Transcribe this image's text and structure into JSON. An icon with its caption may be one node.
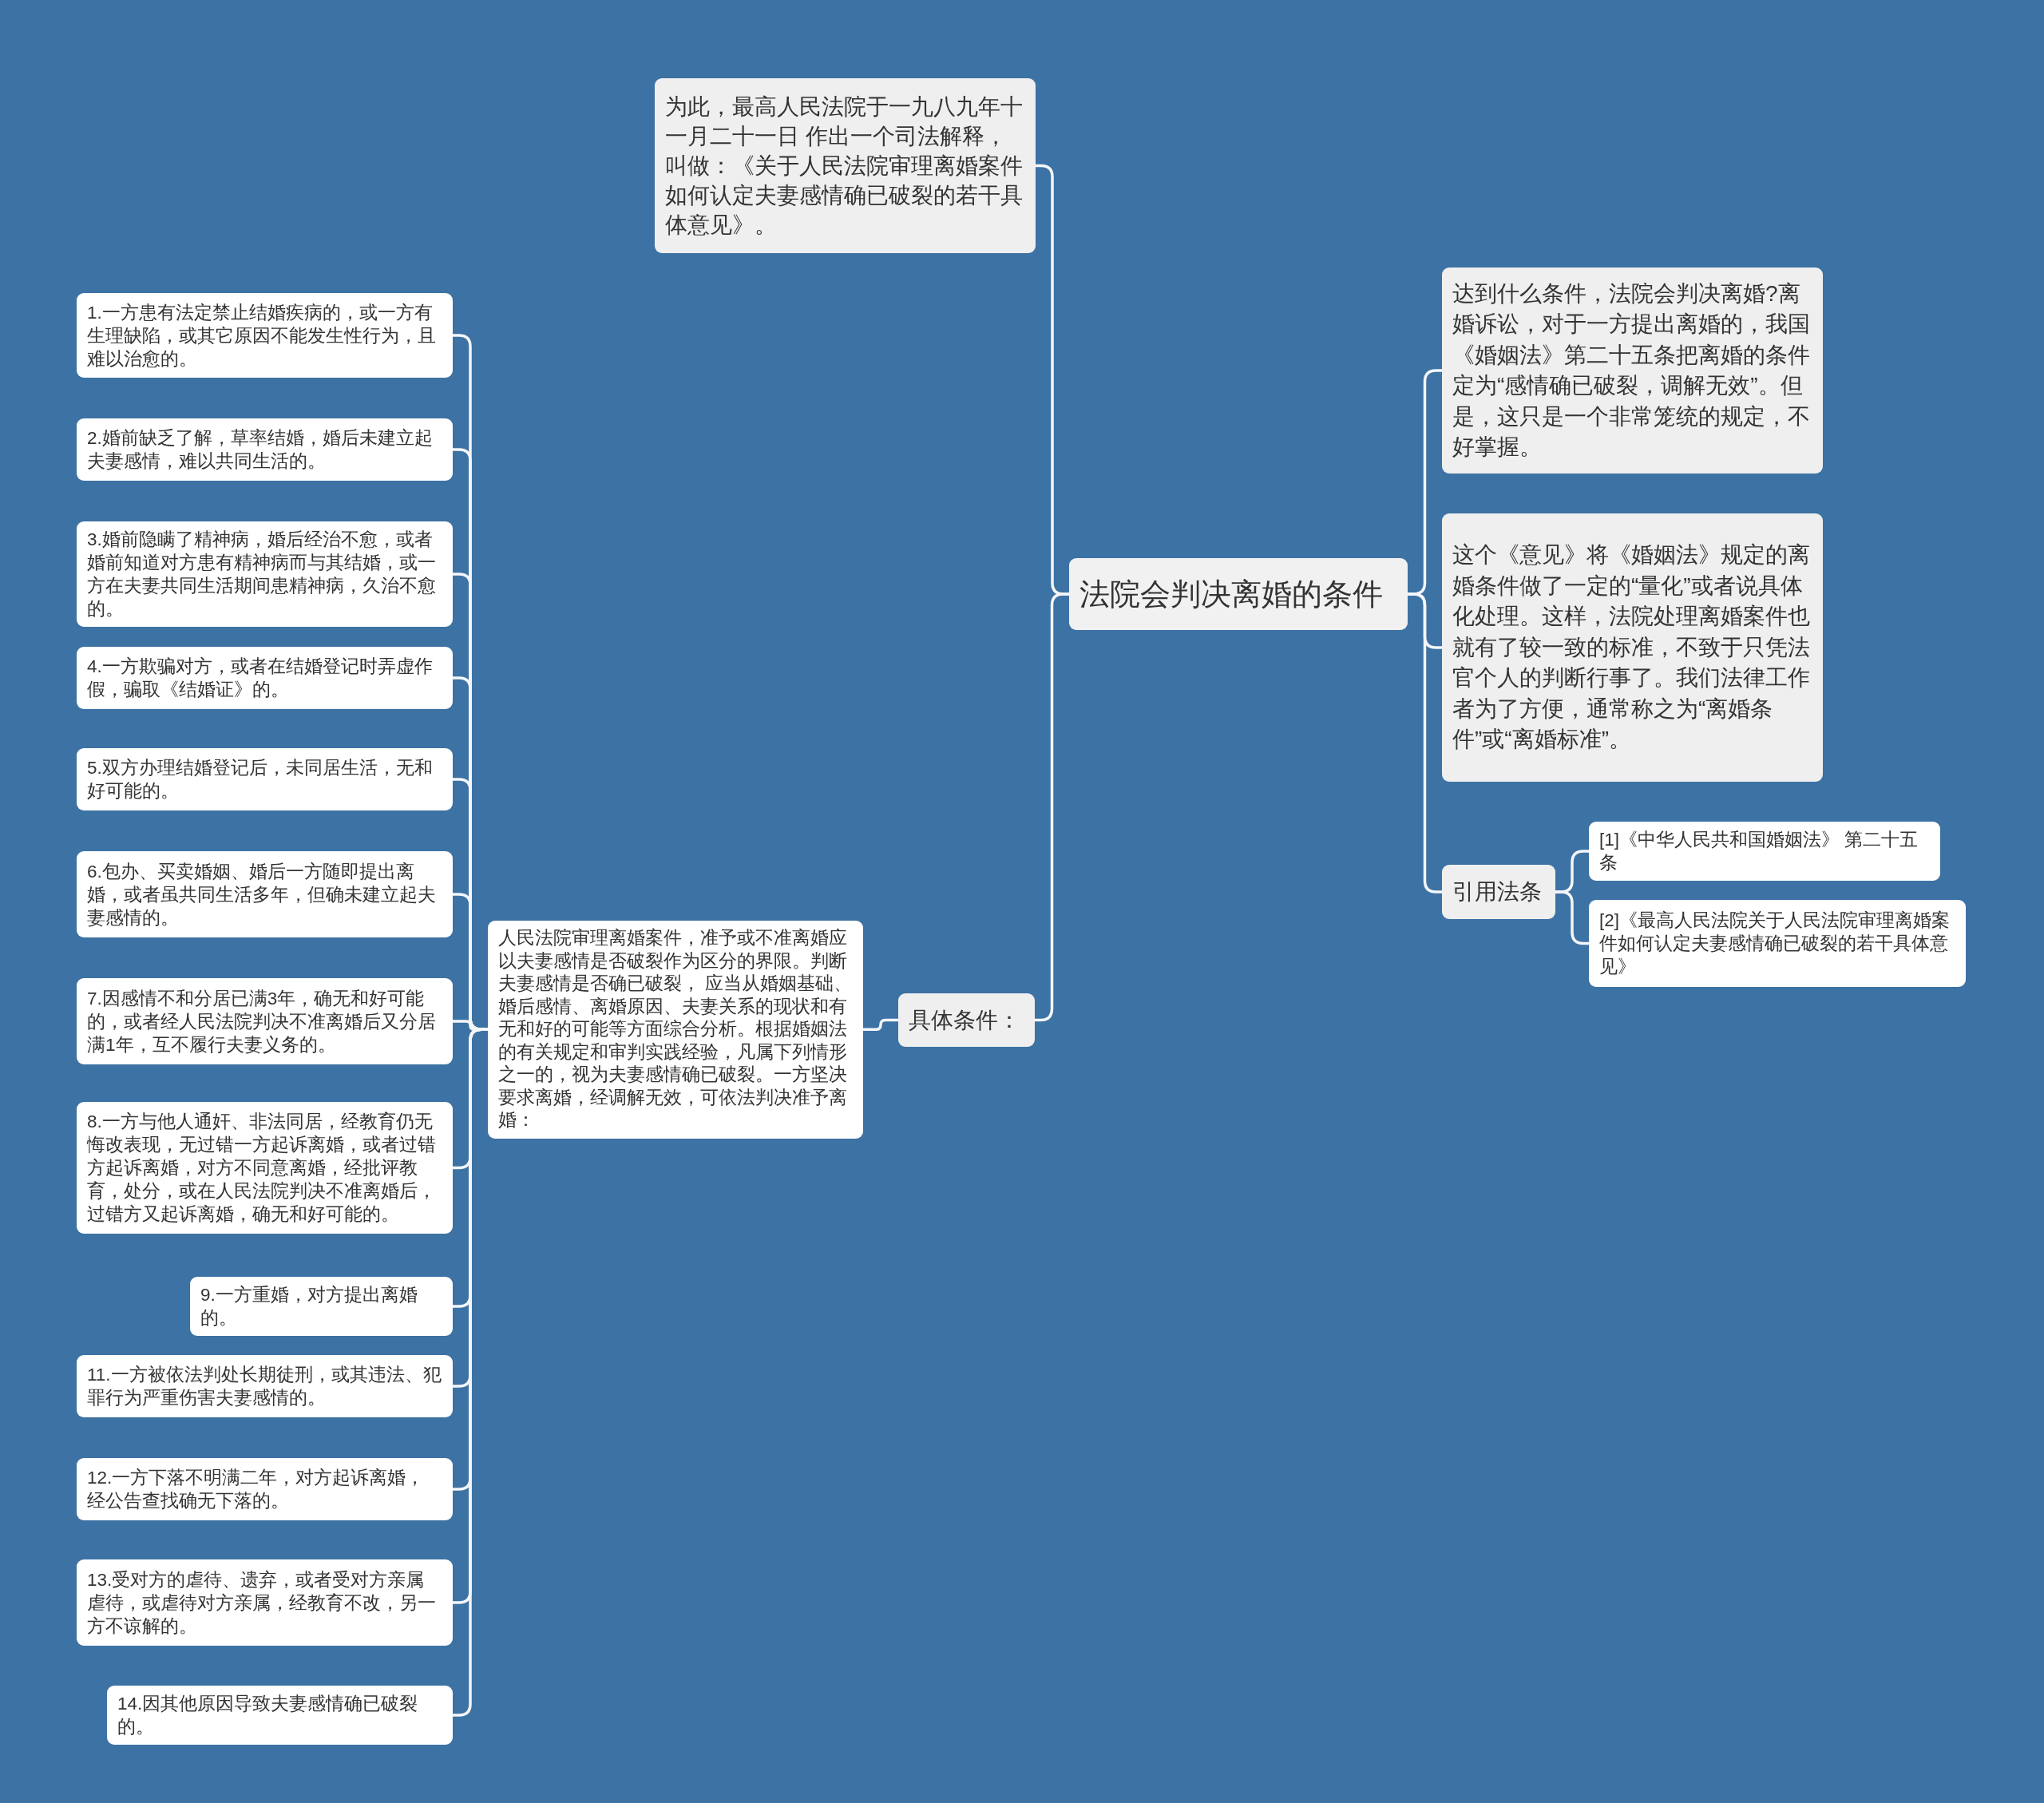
{
  "diagram": {
    "nodes": [
      {
        "text": [
          "法院会判决离婚的条件"
        ]
      },
      {
        "text": [
          "为此，最高人民法院于一九八九年十一月二十一日 作出一个司法解释，叫做：《关于人民法院审理离婚案件如何认定夫妻感情确已破裂的若干具体意见》。"
        ]
      },
      {
        "text": [
          "具体条件："
        ]
      },
      {
        "text": [
          "人民法院审理离婚案件，准予或不准离婚应以夫妻感情是否破裂作为区分的界限。判断夫妻感情是否确已破裂， 应当从婚姻基础、婚后感情、离婚原因、夫妻关系的现状和有无和好的可能等方面综合分析。根据婚姻法的有关规定和审判实践经验，凡属下列情形之一的，视为夫妻感情确已破裂。一方坚决要求离婚，经调解无效，可依法判决准予离婚："
        ]
      },
      {
        "text": [
          "1.一方患有法定禁止结婚疾病的，或一方有生理缺陷，或其它原因不能发生性行为，且难以治愈的。"
        ]
      },
      {
        "text": [
          "2.婚前缺乏了解，草率结婚，婚后未建立起夫妻感情，难以共同生活的。"
        ]
      },
      {
        "text": [
          "3.婚前隐瞒了精神病，婚后经治不愈，或者婚前知道对方患有精神病而与其结婚，或一方在夫妻共同生活期间患精神病，久治不愈的。"
        ]
      },
      {
        "text": [
          "4.一方欺骗对方，或者在结婚登记时弄虚作假，骗取《结婚证》的。"
        ]
      },
      {
        "text": [
          "5.双方办理结婚登记后，未同居生活，无和好可能的。"
        ]
      },
      {
        "text": [
          "6.包办、买卖婚姻、婚后一方随即提出离婚，或者虽共同生活多年，但确未建立起夫妻感情的。"
        ]
      },
      {
        "text": [
          "7.因感情不和分居已满3年，确无和好可能的，或者经人民法院判决不准离婚后又分居满1年，互不履行夫妻义务的。"
        ]
      },
      {
        "text": [
          "8.一方与他人通奸、非法同居，经教育仍无悔改表现，无过错一方起诉离婚，或者过错方起诉离婚，对方不同意离婚，经批评教育，处分，或在人民法院判决不准离婚后，过错方又起诉离婚，确无和好可能的。"
        ]
      },
      {
        "text": [
          "9.一方重婚，对方提出离婚的。"
        ]
      },
      {
        "text": [
          "11.一方被依法判处长期徒刑，或其违法、犯罪行为严重伤害夫妻感情的。"
        ]
      },
      {
        "text": [
          "12.一方下落不明满二年，对方起诉离婚，经公告查找确无下落的。"
        ]
      },
      {
        "text": [
          "13.受对方的虐待、遗弃，或者受对方亲属虐待，或虐待对方亲属，经教育不改，另一方不谅解的。"
        ]
      },
      {
        "text": [
          "14.因其他原因导致夫妻感情确已破裂的。"
        ]
      },
      {
        "text": [
          "达到什么条件，法院会判决离婚?离婚诉讼，对于一方提出离婚的，我国《婚姻法》第二十五条把离婚的条件定为“感情确已破裂，调解无效”。但是，这只是一个非常笼统的规定，不好掌握。"
        ]
      },
      {
        "text": [
          "这个《意见》将《婚姻法》规定的离婚条件做了一定的“量化”或者说具体化处理。这样，法院处理离婚案件也就有了较一致的标准，不致于只凭法官个人的判断行事了。我们法律工作者为了方便，通常称之为“离婚条件”或“离婚标准”。"
        ]
      },
      {
        "text": [
          "引用法条"
        ]
      },
      {
        "text": [
          "[1]《中华人民共和国婚姻法》 第二十五条"
        ]
      },
      {
        "text": [
          "[2]《最高人民法院关于人民法院审理离婚案件如何认定夫妻感情确已破裂的若干具体意见》"
        ]
      }
    ],
    "edges": [
      {
        "from": 0,
        "to": 1,
        "arrow": "none"
      },
      {
        "from": 0,
        "to": 2,
        "arrow": "none"
      },
      {
        "from": 2,
        "to": 3,
        "arrow": "none"
      },
      {
        "from": 3,
        "to": 4,
        "arrow": "none"
      },
      {
        "from": 3,
        "to": 5,
        "arrow": "none"
      },
      {
        "from": 3,
        "to": 6,
        "arrow": "none"
      },
      {
        "from": 3,
        "to": 7,
        "arrow": "none"
      },
      {
        "from": 3,
        "to": 8,
        "arrow": "none"
      },
      {
        "from": 3,
        "to": 9,
        "arrow": "none"
      },
      {
        "from": 3,
        "to": 10,
        "arrow": "none"
      },
      {
        "from": 3,
        "to": 11,
        "arrow": "none"
      },
      {
        "from": 3,
        "to": 12,
        "arrow": "none"
      },
      {
        "from": 3,
        "to": 13,
        "arrow": "none"
      },
      {
        "from": 3,
        "to": 14,
        "arrow": "none"
      },
      {
        "from": 3,
        "to": 15,
        "arrow": "none"
      },
      {
        "from": 3,
        "to": 16,
        "arrow": "none"
      },
      {
        "from": 0,
        "to": 17,
        "arrow": "none"
      },
      {
        "from": 0,
        "to": 18,
        "arrow": "none"
      },
      {
        "from": 0,
        "to": 19,
        "arrow": "none"
      },
      {
        "from": 19,
        "to": 20,
        "arrow": "none"
      },
      {
        "from": 19,
        "to": 21,
        "arrow": "none"
      }
    ]
  }
}
